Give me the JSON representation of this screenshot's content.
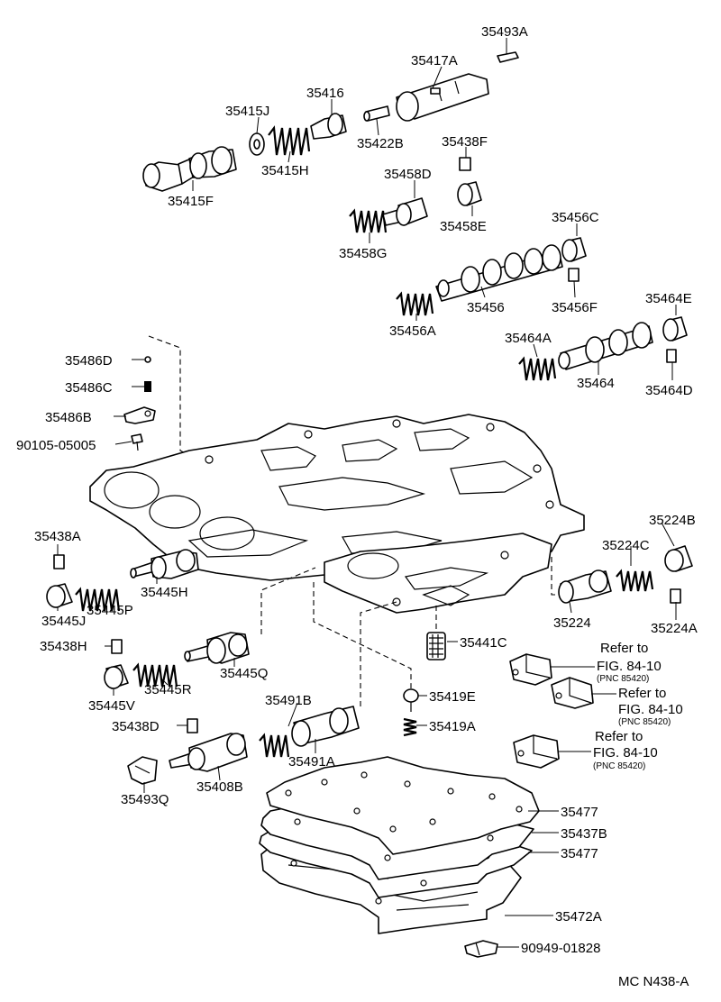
{
  "diagram": {
    "code": "MC N438-A",
    "parts": [
      "35493A",
      "35417A",
      "35416",
      "35415J",
      "35422B",
      "35438F",
      "35415H",
      "35415F",
      "35458D",
      "35458E",
      "35458G",
      "35456C",
      "35456",
      "35456F",
      "35456A",
      "35464E",
      "35464A",
      "35464",
      "35464D",
      "35486D",
      "35486C",
      "35486B",
      "90105-05005",
      "35438A",
      "35445H",
      "35445P",
      "35445J",
      "35224B",
      "35224C",
      "35224",
      "35224A",
      "35438H",
      "35445Q",
      "35441C",
      "35445V",
      "35445R",
      "35491B",
      "35419E",
      "35438D",
      "35419A",
      "35491A",
      "35493Q",
      "35408B",
      "35477",
      "35437B",
      "35477",
      "35472A",
      "90949-01828"
    ],
    "references": [
      {
        "line1": "Refer to",
        "line2": "FIG. 84-10",
        "line3": "(PNC 85420)"
      },
      {
        "line1": "Refer to",
        "line2": "FIG. 84-10",
        "line3": "(PNC 85420)"
      },
      {
        "line1": "Refer to",
        "line2": "FIG. 84-10",
        "line3": "(PNC 85420)"
      }
    ]
  }
}
